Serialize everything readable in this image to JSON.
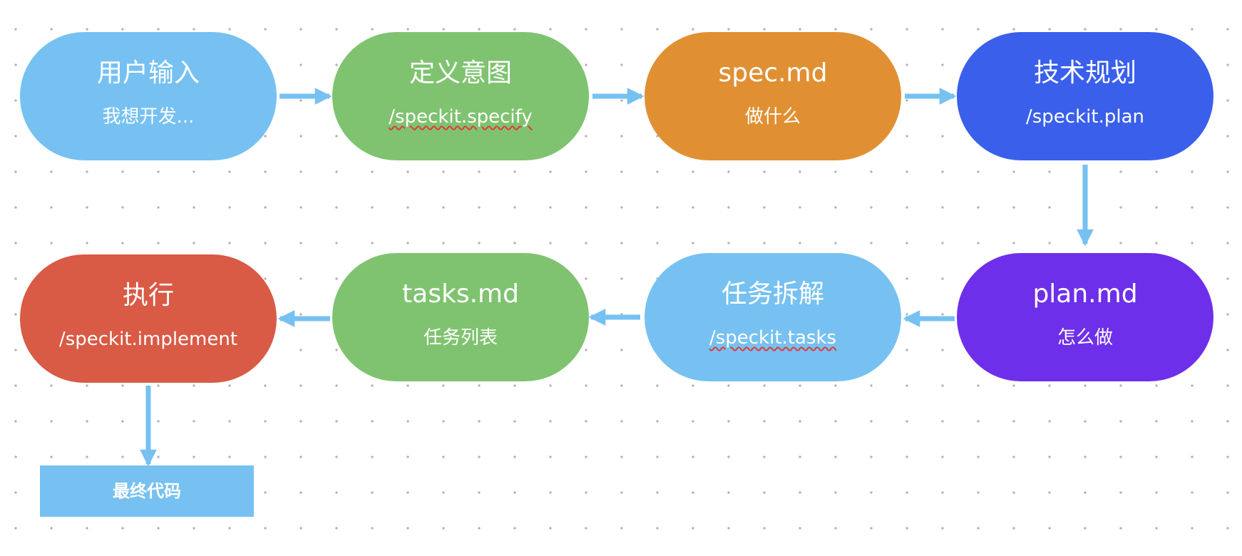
{
  "colors": {
    "light_blue": "#76c1f1",
    "green": "#7fc370",
    "orange": "#e09033",
    "blue": "#3a5fea",
    "purple": "#6e2fea",
    "red": "#d95a45",
    "arrow": "#76c1f1",
    "spellcheck_underline": "#e23b3b"
  },
  "nodes": [
    {
      "id": "user-input",
      "title": "用户输入",
      "subtitle": "我想开发...",
      "color": "light_blue"
    },
    {
      "id": "define-intent",
      "title": "定义意图",
      "subtitle": "/speckit.specify",
      "color": "green"
    },
    {
      "id": "spec-md",
      "title": "spec.md",
      "subtitle": "做什么",
      "color": "orange"
    },
    {
      "id": "tech-plan",
      "title": "技术规划",
      "subtitle": "/speckit.plan",
      "color": "blue"
    },
    {
      "id": "plan-md",
      "title": "plan.md",
      "subtitle": "怎么做",
      "color": "purple"
    },
    {
      "id": "task-breakdown",
      "title": "任务拆解",
      "subtitle": "/speckit.tasks",
      "color": "light_blue"
    },
    {
      "id": "tasks-md",
      "title": "tasks.md",
      "subtitle": "任务列表",
      "color": "green"
    },
    {
      "id": "execute",
      "title": "执行",
      "subtitle": "/speckit.implement",
      "color": "red"
    }
  ],
  "result": {
    "label": "最终代码",
    "color": "light_blue"
  }
}
